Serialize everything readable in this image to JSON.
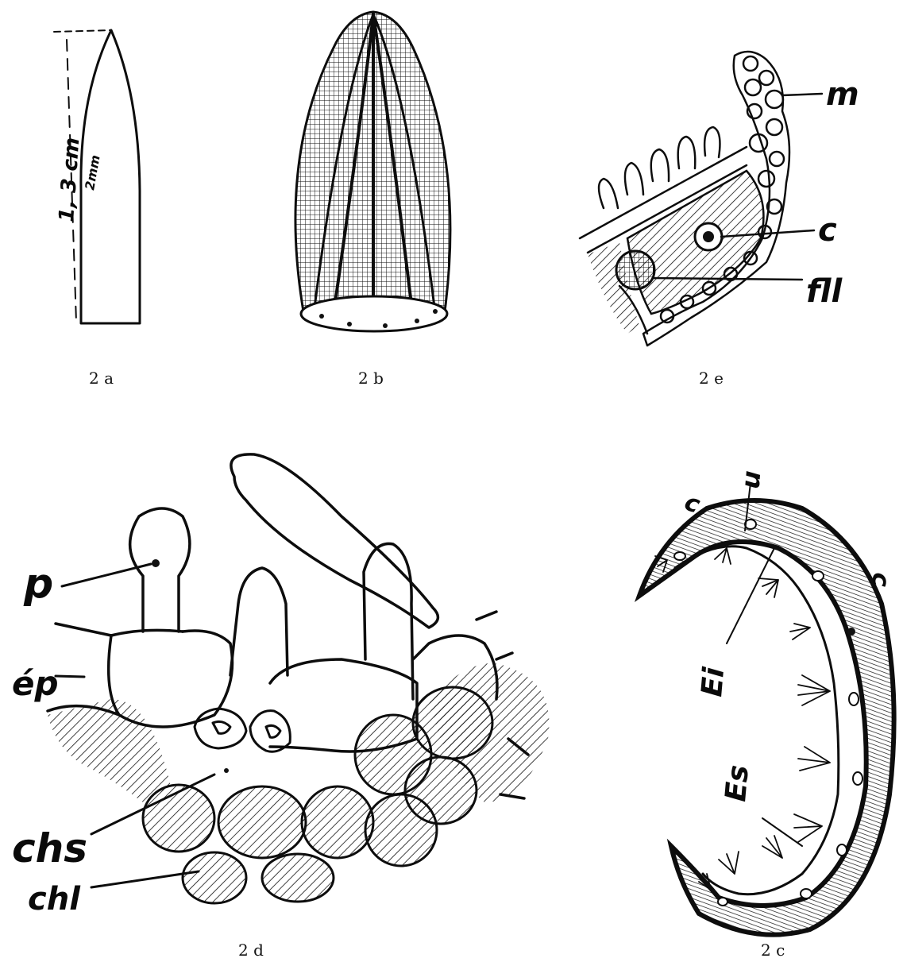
{
  "figures": {
    "2a": {
      "caption": "2 a",
      "length_label": "1, 3 cm",
      "width_label": "2mm"
    },
    "2b": {
      "caption": "2 b"
    },
    "2e": {
      "caption": "2 e",
      "labels": {
        "m": "m",
        "c": "c",
        "fll": "fll"
      }
    },
    "2d": {
      "caption": "2 d",
      "labels": {
        "p": "p",
        "ep": "ép",
        "chs": "chs",
        "chl": "chl"
      }
    },
    "2c": {
      "caption": "2 c",
      "labels": {
        "c_top": "c",
        "n": "n",
        "c_right": "c",
        "ei": "Ei",
        "es": "Es"
      }
    }
  },
  "colors": {
    "ink": "#0d0d0d",
    "paper": "#ffffff"
  }
}
